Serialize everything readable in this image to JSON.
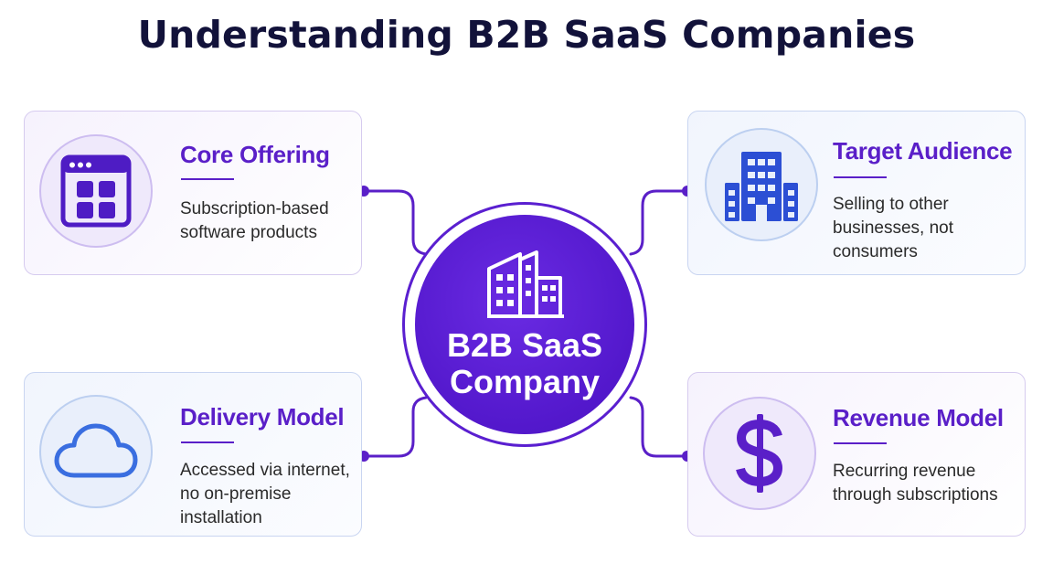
{
  "title": "Understanding B2B SaaS Companies",
  "hub": {
    "line1": "B2B SaaS",
    "line2": "Company",
    "icon": "buildings-icon"
  },
  "cards": {
    "core_offering": {
      "title": "Core Offering",
      "lines": [
        "Subscription-based",
        "software products"
      ],
      "icon": "app-window-icon"
    },
    "target_audience": {
      "title": "Target Audience",
      "lines": [
        "Selling to other",
        "businesses, not",
        "consumers"
      ],
      "icon": "office-building-icon"
    },
    "delivery_model": {
      "title": "Delivery Model",
      "lines": [
        "Accessed via internet,",
        "no on-premise",
        "installation"
      ],
      "icon": "cloud-icon"
    },
    "revenue_model": {
      "title": "Revenue Model",
      "lines": [
        "Recurring revenue",
        "through subscriptions"
      ],
      "icon": "dollar-icon"
    }
  },
  "colors": {
    "primary": "#5a1fc8",
    "hub": "#5318cc",
    "title_text": "#12123a",
    "building_blue": "#2c4fd4",
    "cloud_blue": "#3a6ee0"
  }
}
